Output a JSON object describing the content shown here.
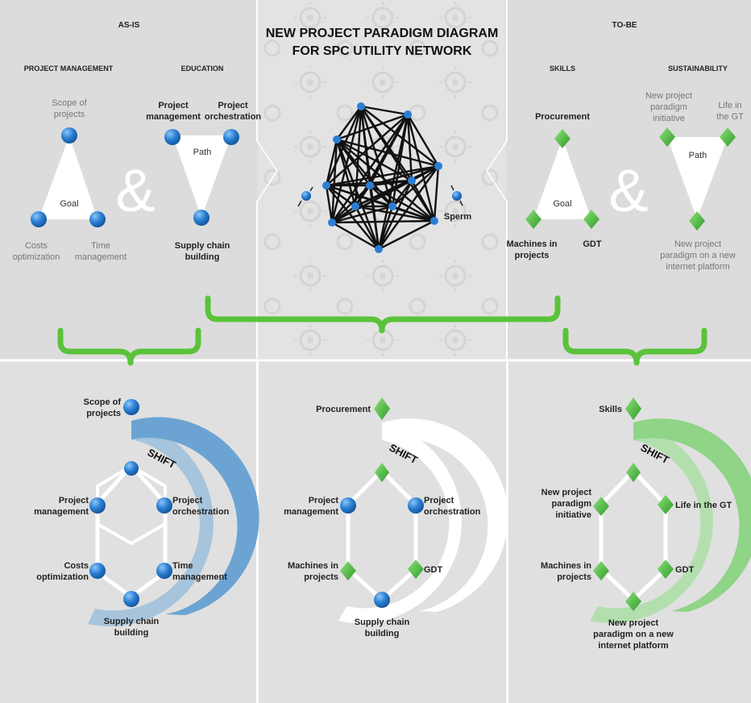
{
  "header": {
    "as_is": "AS-IS",
    "to_be": "TO-BE",
    "title_line1": "NEW PROJECT PARADIGM DIAGRAM",
    "title_line2": "FOR SPC UTILITY NETWORK"
  },
  "top_left": {
    "pm_heading": "PROJECT MANAGEMENT",
    "edu_heading": "EDUCATION",
    "scope_l1": "Scope of",
    "scope_l2": "projects",
    "goal": "Goal",
    "costs_l1": "Costs",
    "costs_l2": "optimization",
    "time_l1": "Time",
    "time_l2": "management",
    "ampersand": "&",
    "pm_l1": "Project",
    "pm_l2": "management",
    "po_l1": "Project",
    "po_l2": "orchestration",
    "path": "Path",
    "sc_l1": "Supply chain",
    "sc_l2": "building"
  },
  "top_center": {
    "sperm": "Sperm"
  },
  "top_right": {
    "skills_heading": "SKILLS",
    "sust_heading": "SUSTAINABILITY",
    "procurement": "Procurement",
    "goal": "Goal",
    "machines_l1": "Machines in",
    "machines_l2": "projects",
    "gdt": "GDT",
    "ampersand": "&",
    "npi_l1": "New project",
    "npi_l2": "paradigm",
    "npi_l3": "initiative",
    "life_l1": "Life in",
    "life_l2": "the GT",
    "path": "Path",
    "npp_l1": "New project",
    "npp_l2": "paradigm on a new",
    "npp_l3": "internet platform"
  },
  "bottom_left": {
    "shift": "SHIFT",
    "scope_l1": "Scope of",
    "scope_l2": "projects",
    "pm_l1": "Project",
    "pm_l2": "management",
    "po_l1": "Project",
    "po_l2": "orchestration",
    "costs_l1": "Costs",
    "costs_l2": "optimization",
    "time_l1": "Time",
    "time_l2": "management",
    "sc_l1": "Supply chain",
    "sc_l2": "building"
  },
  "bottom_center": {
    "shift": "SHIFT",
    "procurement": "Procurement",
    "pm_l1": "Project",
    "pm_l2": "management",
    "po_l1": "Project",
    "po_l2": "orchestration",
    "machines_l1": "Machines in",
    "machines_l2": "projects",
    "gdt": "GDT",
    "sc_l1": "Supply chain",
    "sc_l2": "building"
  },
  "bottom_right": {
    "shift": "SHIFT",
    "skills": "Skills",
    "npi_l1": "New project",
    "npi_l2": "paradigm",
    "npi_l3": "initiative",
    "life": "Life in the GT",
    "machines_l1": "Machines in",
    "machines_l2": "projects",
    "gdt": "GDT",
    "npp_l1": "New project",
    "npp_l2": "paradigm on a new",
    "npp_l3": "internet platform"
  },
  "colors": {
    "blue_node": "#2a7fd4",
    "green_node": "#4cbb3a",
    "bracket_green": "#5ac33a",
    "shift_blue": "#7fb0d8",
    "shift_green": "#9fdc9a",
    "panel_grey": "#dcdcdc"
  }
}
